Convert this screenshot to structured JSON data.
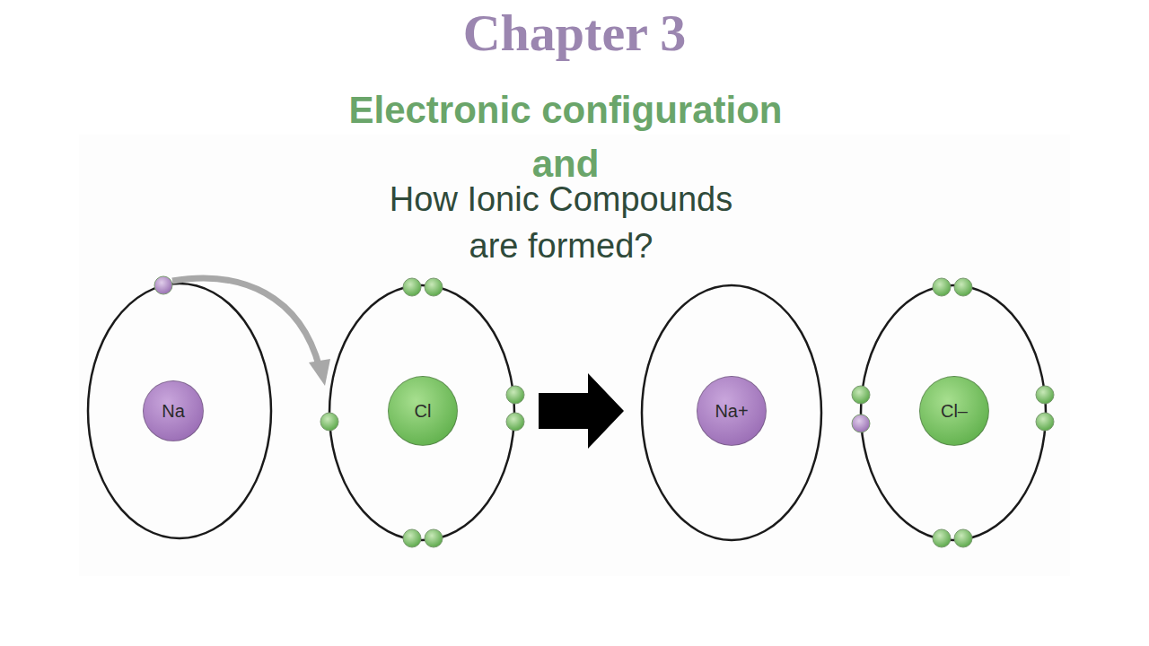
{
  "diagram": {
    "title": "Chapter 3",
    "nodes": [
      {
        "text": [
          "Na"
        ]
      },
      {
        "text": [
          "Cl"
        ]
      },
      {
        "text": [
          "Na+"
        ]
      },
      {
        "text": [
          "Cl–"
        ]
      }
    ],
    "labels": [
      "Electronic configuration",
      "and",
      "How Ionic Compounds are formed?"
    ]
  }
}
